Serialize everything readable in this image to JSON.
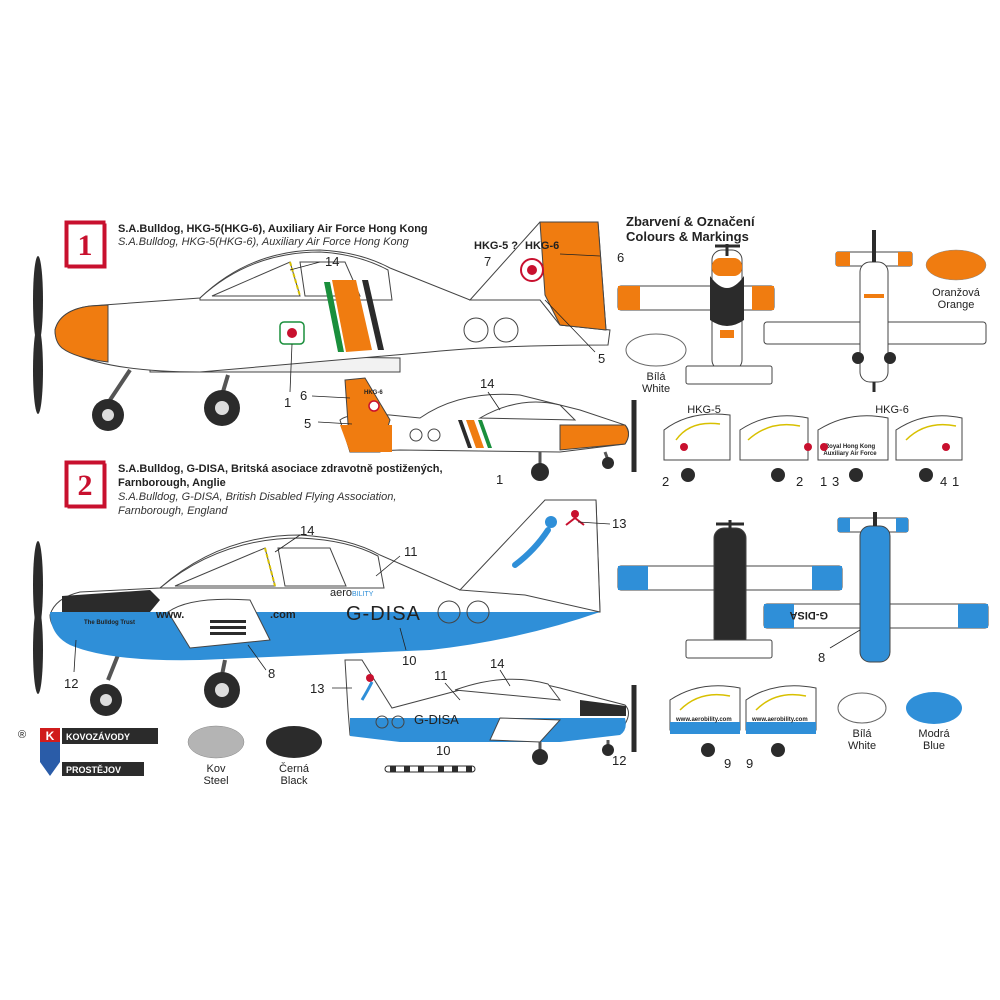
{
  "scheme1": {
    "badge": "1",
    "title": "S.A.Bulldog, HKG-5(HKG-6), Auxiliary Air Force Hong Kong",
    "subtitle": "S.A.Bulldog, HKG-5(HKG-6), Auxiliary Air Force Hong Kong",
    "tail_code_alt": "HKG-5 ?",
    "tail_code": "HKG-6",
    "tail_code_small": "HKG-6",
    "callouts": [
      "14",
      "7",
      "6",
      "5",
      "1",
      "6",
      "5",
      "14",
      "1"
    ],
    "canopy_label_left": "HKG-5",
    "canopy_label_right": "HKG-6",
    "canopy_text_line1": "Royal Hong Kong",
    "canopy_text_line2": "Auxiliary Air Force",
    "canopy_callouts": [
      "2",
      "2",
      "1",
      "3",
      "4",
      "1"
    ],
    "color": "#f07c10"
  },
  "scheme2": {
    "badge": "2",
    "title_line1": "S.A.Bulldog, G-DISA, Britská asociace zdravotně postižených,",
    "title_line2": "Farnborough, Anglie",
    "subtitle_line1": "S.A.Bulldog, G-DISA, British Disabled Flying Association,",
    "subtitle_line2": "Farnborough, England",
    "registration": "G-DISA",
    "registration_mirror": "G-DISA",
    "aerobility_prefix": "aero",
    "aerobility_suffix": "BILITY",
    "url": "www.aerobility.com",
    "url_partial_start": "www.",
    "url_partial_end": ".com",
    "trust": "The Bulldog Trust",
    "callouts": [
      "14",
      "11",
      "13",
      "8",
      "10",
      "12",
      "13",
      "11",
      "14",
      "10",
      "12",
      "8",
      "9",
      "9"
    ],
    "color": "#2f8fd8"
  },
  "legend": {
    "heading_line1": "Zbarvení & Označení",
    "heading_line2": "Colours & Markings",
    "swatches": [
      {
        "cz": "Oranžová",
        "en": "Orange",
        "hex": "#f07c10"
      },
      {
        "cz": "Bílá",
        "en": "White",
        "hex": "#ffffff"
      },
      {
        "cz": "Bílá",
        "en": "White",
        "hex": "#ffffff"
      },
      {
        "cz": "Modrá",
        "en": "Blue",
        "hex": "#2f8fd8"
      },
      {
        "cz": "Kov",
        "en": "Steel",
        "hex": "#b4b4b4"
      },
      {
        "cz": "Černá",
        "en": "Black",
        "hex": "#2b2b2b"
      }
    ]
  },
  "brand": {
    "name_line1": "KOVOZÁVODY",
    "name_line2": "PROSTĚJOV",
    "registered": "®",
    "letter": "K",
    "blue": "#2a5ca8",
    "red": "#d01c1c"
  },
  "colors": {
    "outline": "#444444",
    "black": "#2b2b2b",
    "green": "#1a8f3c",
    "steel": "#b4b4b4"
  }
}
